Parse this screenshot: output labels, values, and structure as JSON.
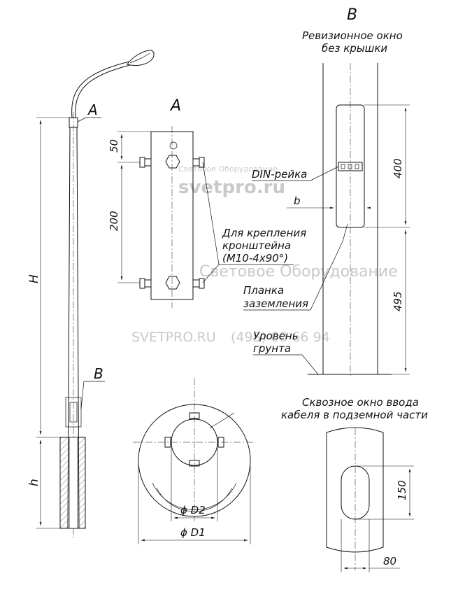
{
  "watermark": {
    "brand": "Световое Оборудование",
    "site": "svetpro.ru",
    "site_caps": "SVETPRO.RU",
    "phone_fragment": "(495) 00 66 94"
  },
  "views": {
    "pole": {
      "label_a": "A",
      "label_b": "B",
      "dim_H": "H",
      "dim_h": "h"
    },
    "detail_a": {
      "title": "A",
      "dim_top": "50",
      "dim_mid": "200",
      "note": [
        "Для крепления",
        "кронштейна",
        "(М10-4х90°)"
      ]
    },
    "section": {
      "dim_d2": "ϕ D2",
      "dim_d1": "ϕ D1"
    },
    "detail_b": {
      "title": "B",
      "window_title": [
        "Ревизионное окно",
        "без крышки"
      ],
      "din": "DIN-рейка",
      "dim_b": "b",
      "dim_400": "400",
      "dim_495": "495",
      "grounding": [
        "Планка",
        "заземления"
      ],
      "ground_level": [
        "Уровень",
        "грунта"
      ]
    },
    "cable_window": {
      "title": [
        "Сквозное окно ввода",
        "кабеля в подземной части"
      ],
      "dim_150": "150",
      "dim_80": "80"
    }
  }
}
